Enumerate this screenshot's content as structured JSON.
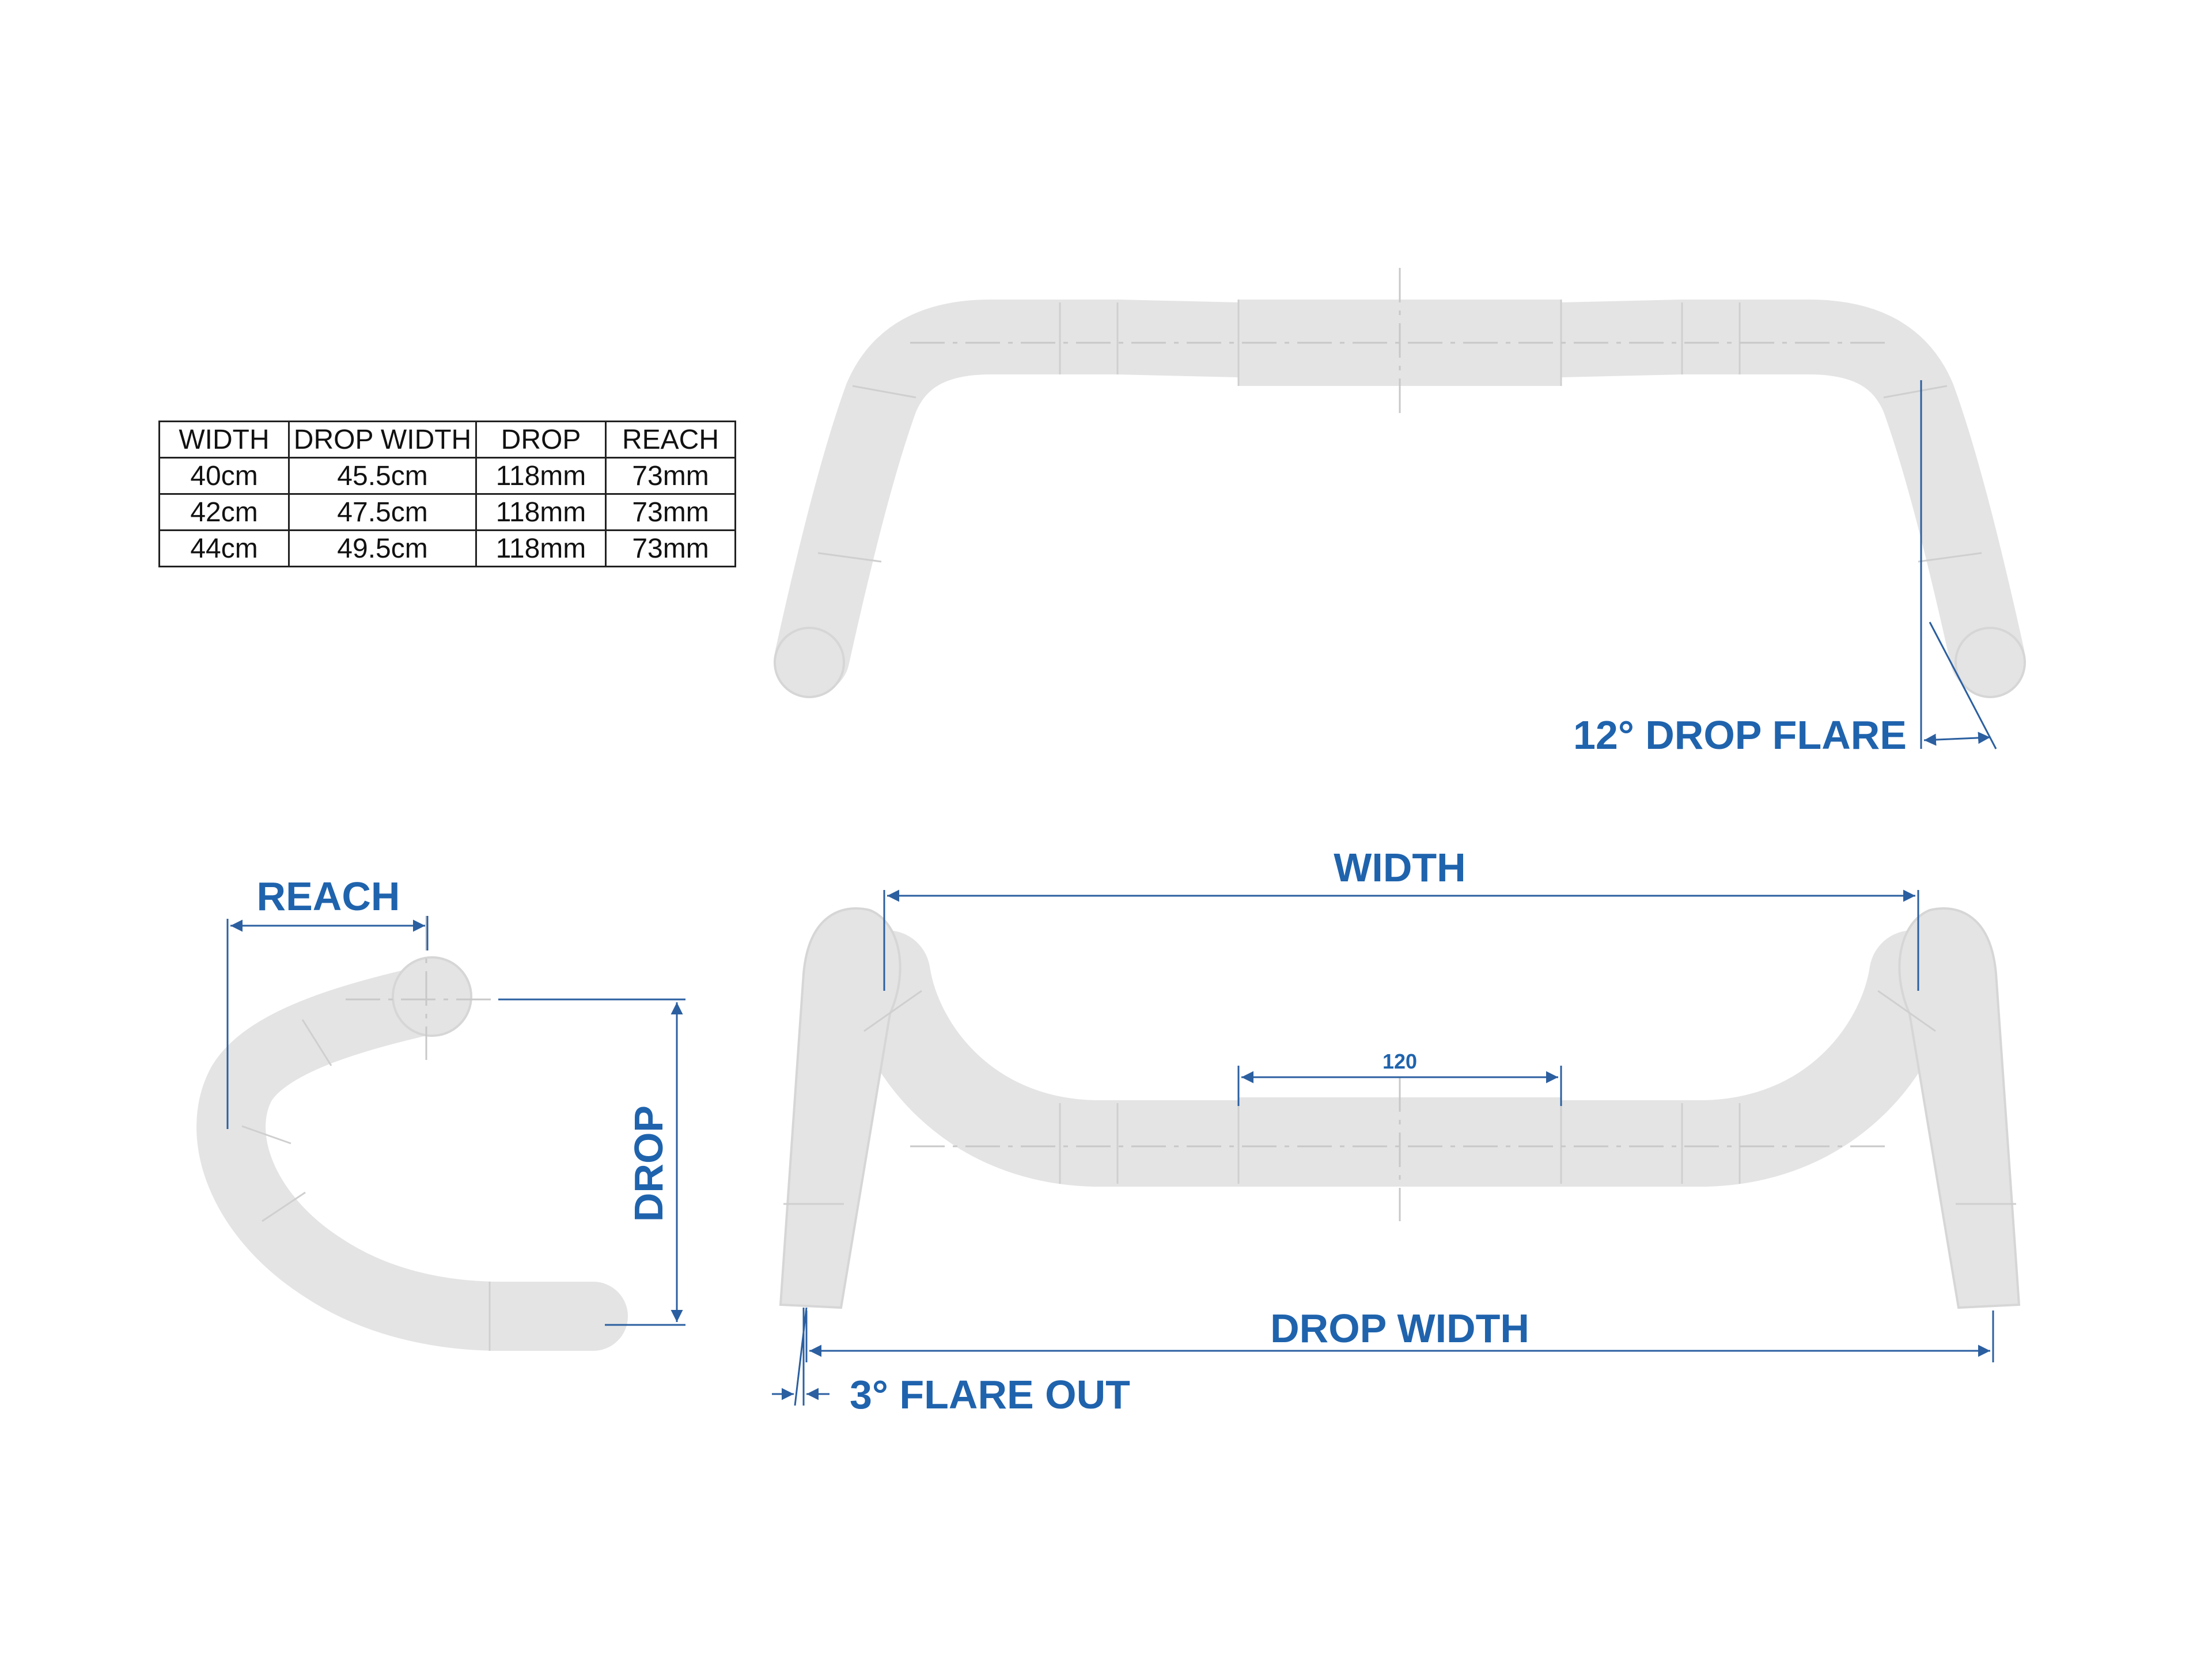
{
  "table": {
    "headers": [
      "WIDTH",
      "DROP WIDTH",
      "DROP",
      "REACH"
    ],
    "rows": [
      [
        "40cm",
        "45.5cm",
        "118mm",
        "73mm"
      ],
      [
        "42cm",
        "47.5cm",
        "118mm",
        "73mm"
      ],
      [
        "44cm",
        "49.5cm",
        "118mm",
        "73mm"
      ]
    ]
  },
  "labels": {
    "drop_flare": "12° DROP FLARE",
    "width": "WIDTH",
    "center_width": "120",
    "drop_width": "DROP WIDTH",
    "flare_out": "3° FLARE OUT",
    "reach": "REACH",
    "drop": "DROP"
  },
  "colors": {
    "label_blue": "#1f63ad",
    "tube_gray": "#e4e4e4",
    "dimension_line": "#2b5fa0"
  }
}
